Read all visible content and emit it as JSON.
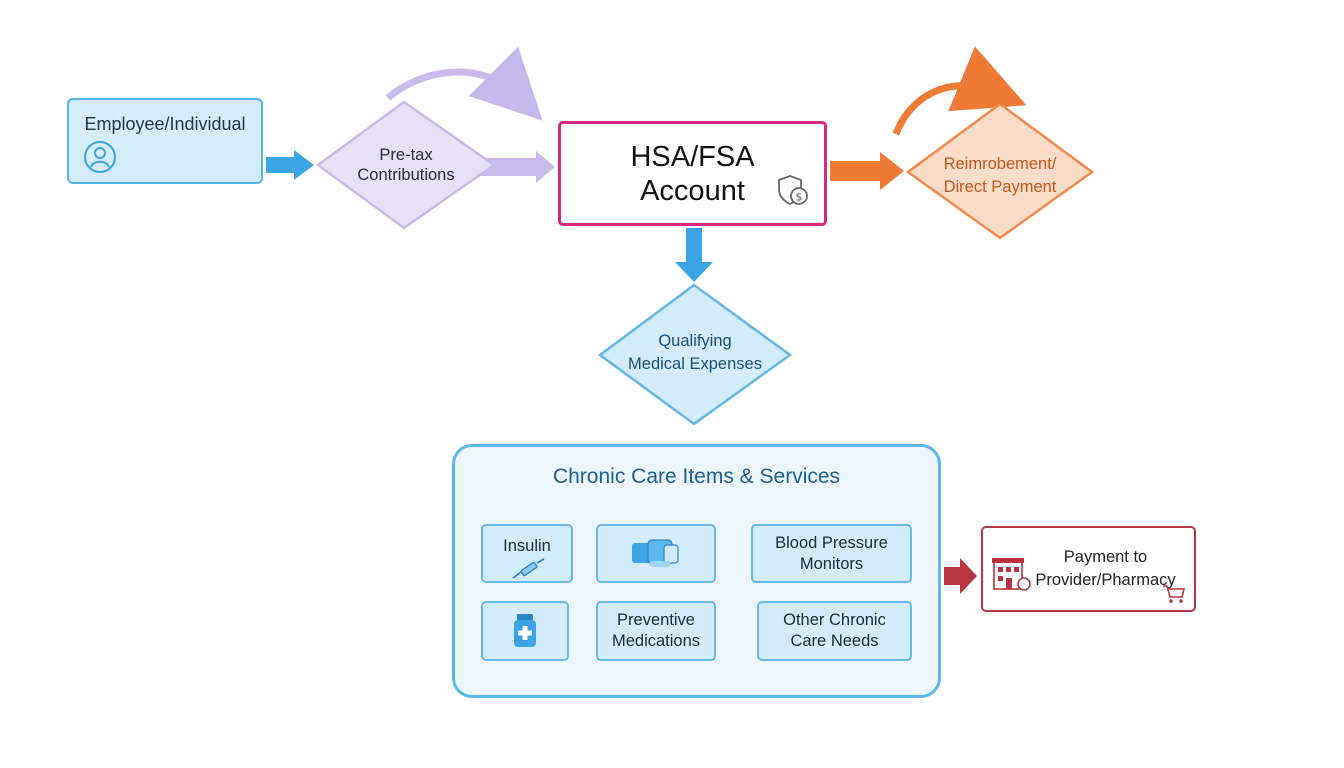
{
  "nodes": {
    "employee": "Employee/Individual",
    "pretax": [
      "Pre-tax",
      "Contributions"
    ],
    "hsa": [
      "HSA/FSA",
      "Account"
    ],
    "reimbursement": [
      "Reimrobement/",
      "Direct Payment"
    ],
    "qualifying": [
      "Qualifying",
      "Medical Expenses"
    ],
    "payment": [
      "Payment to",
      "Provider/Pharmacy"
    ]
  },
  "chronic": {
    "title": "Chronic Care Items & Services",
    "insulin": "Insulin",
    "blood_pressure": [
      "Blood Pressure",
      "Monitors"
    ],
    "preventive": [
      "Preventive",
      "Medications"
    ],
    "other": [
      "Other Chronic",
      "Care Needs"
    ]
  },
  "colors": {
    "blue": "#3aa4e4",
    "purple": "#c4b6ea",
    "magenta": "#d6287e",
    "orange": "#ef7a36",
    "green": "#4fb23e",
    "red": "#b83440"
  },
  "icons": [
    "user-icon",
    "shield-dollar-icon",
    "syringe-icon",
    "pill-pack-icon",
    "medicine-bottle-icon",
    "building-icon",
    "cart-icon"
  ]
}
